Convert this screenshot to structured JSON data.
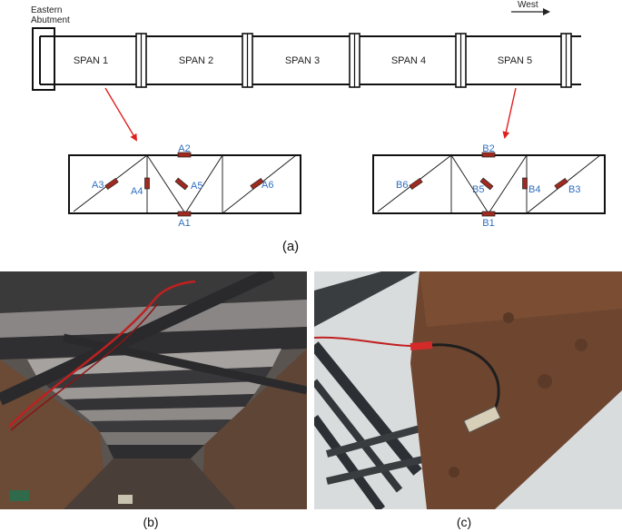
{
  "bridge": {
    "abutment_line1": "Eastern",
    "abutment_line2": "Abutment",
    "direction": "West",
    "spans": [
      "SPAN 1",
      "SPAN 2",
      "SPAN 3",
      "SPAN 4",
      "SPAN 5"
    ]
  },
  "span1_sensors": [
    "A1",
    "A2",
    "A3",
    "A4",
    "A5",
    "A6"
  ],
  "span5_sensors": [
    "B1",
    "B2",
    "B3",
    "B4",
    "B5",
    "B6"
  ],
  "captions": {
    "a": "(a)",
    "b": "(b)",
    "c": "(c)"
  },
  "colors": {
    "sensor_label": "#2f6fc0",
    "sensor_fill": "#a02a20",
    "arrow": "#e02020"
  }
}
